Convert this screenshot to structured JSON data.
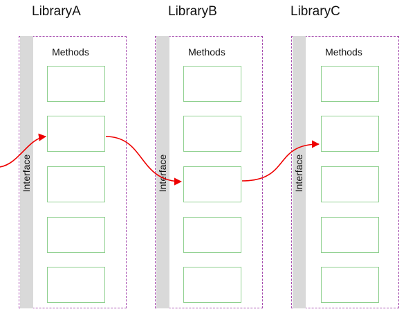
{
  "libraries": [
    {
      "name": "LibraryA",
      "interface_label": "Interface",
      "methods_label": "Methods",
      "method_count": 5
    },
    {
      "name": "LibraryB",
      "interface_label": "Interface",
      "methods_label": "Methods",
      "method_count": 5
    },
    {
      "name": "LibraryC",
      "interface_label": "Interface",
      "methods_label": "Methods",
      "method_count": 5
    }
  ],
  "colors": {
    "library_border": "#a74fb0",
    "interface_bar": "#d9d9d9",
    "method_border": "#8fd08f",
    "arrow": "#ee0000"
  }
}
